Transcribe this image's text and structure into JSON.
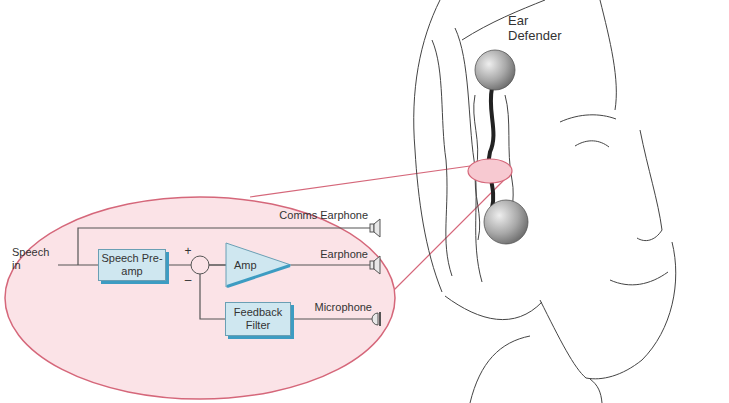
{
  "diagram": {
    "nodes": [
      {
        "text": [
          "Speech Pre-amp"
        ]
      },
      {
        "text": [
          "Amp"
        ]
      },
      {
        "text": [
          "Feedback Filter"
        ]
      }
    ],
    "edges": [
      {
        "from": 0,
        "to": 1,
        "arrow": "none"
      },
      {
        "from": 2,
        "to": 1,
        "arrow": "none"
      }
    ],
    "labels": [
      "Ear Defender",
      "Speech in",
      "+",
      "–",
      "Comms Earphone",
      "Earphone",
      "Microphone"
    ]
  }
}
